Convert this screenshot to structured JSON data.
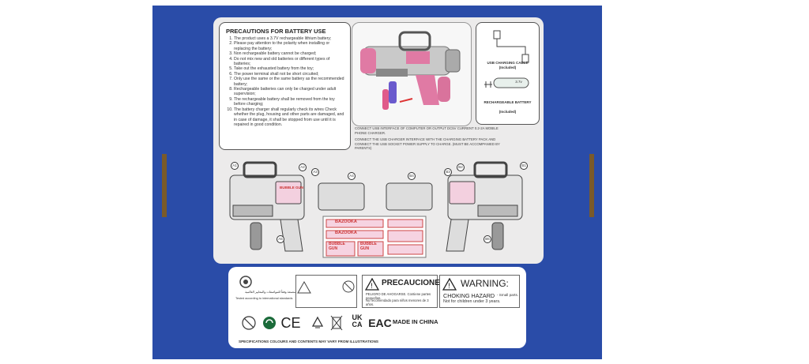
{
  "precautions": {
    "title": "PRECAUTIONS FOR BATTERY USE",
    "items": [
      "The product uses a 3.7V rechargeable lithium battery;",
      "Please pay attention to the polarity when installing or replacing the battery;",
      "Non rechargeable battery cannot be charged;",
      "Do not mix new and old batteries or different types of batteries;",
      "Take out the exhausted battery from the toy;",
      "The power terminal shall not be short circuited;",
      "Only use the same or the same battery as the recommended battery;",
      "Rechargeable batteries can only be charged under adult supervision;",
      "The rechargeable battery shall be removed from the toy before charging;",
      "The battery charger shall regularly check its wires Check whether the plug, housing and other parts are damaged, and in case of damage, it shall be stopped from use until it is repaired in good condition."
    ]
  },
  "accessories": {
    "cable": "USB CHARGING CABLE",
    "cable_note": "(Included)",
    "battery_voltage": "3.7v",
    "battery": "RECHARGEABLE BATTERY",
    "battery_note": "(Included)"
  },
  "charging": [
    "CONNECT USB INTERFACE OF COMPUTER OR OUTPUT DC5V CURRENT 0.2-2A MOBILE PHONE CHARGER.",
    "CONNECT THE USB CHARGER INTERFACE WITH THE CHARGING BATTERY PACK AND CONNECT THE USB SOCKET POWER SUPPLY TO CHARGE. (MUST BE ACCOMPANIED BY PARENTS)"
  ],
  "parts": {
    "markers": [
      "A1",
      "A2",
      "A3",
      "A4",
      "A5",
      "B4",
      "B3",
      "B2",
      "B1",
      "B5"
    ],
    "stickers": [
      "BAZOOKA",
      "BAZOOKA",
      "BUBBLE GUN",
      "BUBBLE GUN"
    ],
    "gun_label": "BUBBLE GUN"
  },
  "warnings": {
    "tested": "Tested according to international standards",
    "tested_ar": "مصنعة وفقاً للمواصفات والمعايير العالمية",
    "prec_es_title": "PRECAUCIONES:",
    "prec_es_1": "PELIGRO DE AHOGARSE. Contiene partes pequeñas.",
    "prec_es_2": "No recomendado para niños menores de 3 años.",
    "warning_title": "WARNING:",
    "choking": "CHOKING HAZARD",
    "small_parts": "- Small parts.",
    "not_for": "Not for children under 3 years.",
    "ukca_1": "UK",
    "ukca_2": "CA",
    "ce": "CE",
    "eac": "EAC",
    "made_in": "MADE IN CHINA",
    "footer": "SPECIFICATIONS COLOURS AND CONTENTS MAY VARY FROM ILLUSTRATIONS"
  },
  "colors": {
    "box_blue": "#2a4ca8",
    "gun_pink": "#e07aa4",
    "gun_grey": "#bfbfbf"
  }
}
